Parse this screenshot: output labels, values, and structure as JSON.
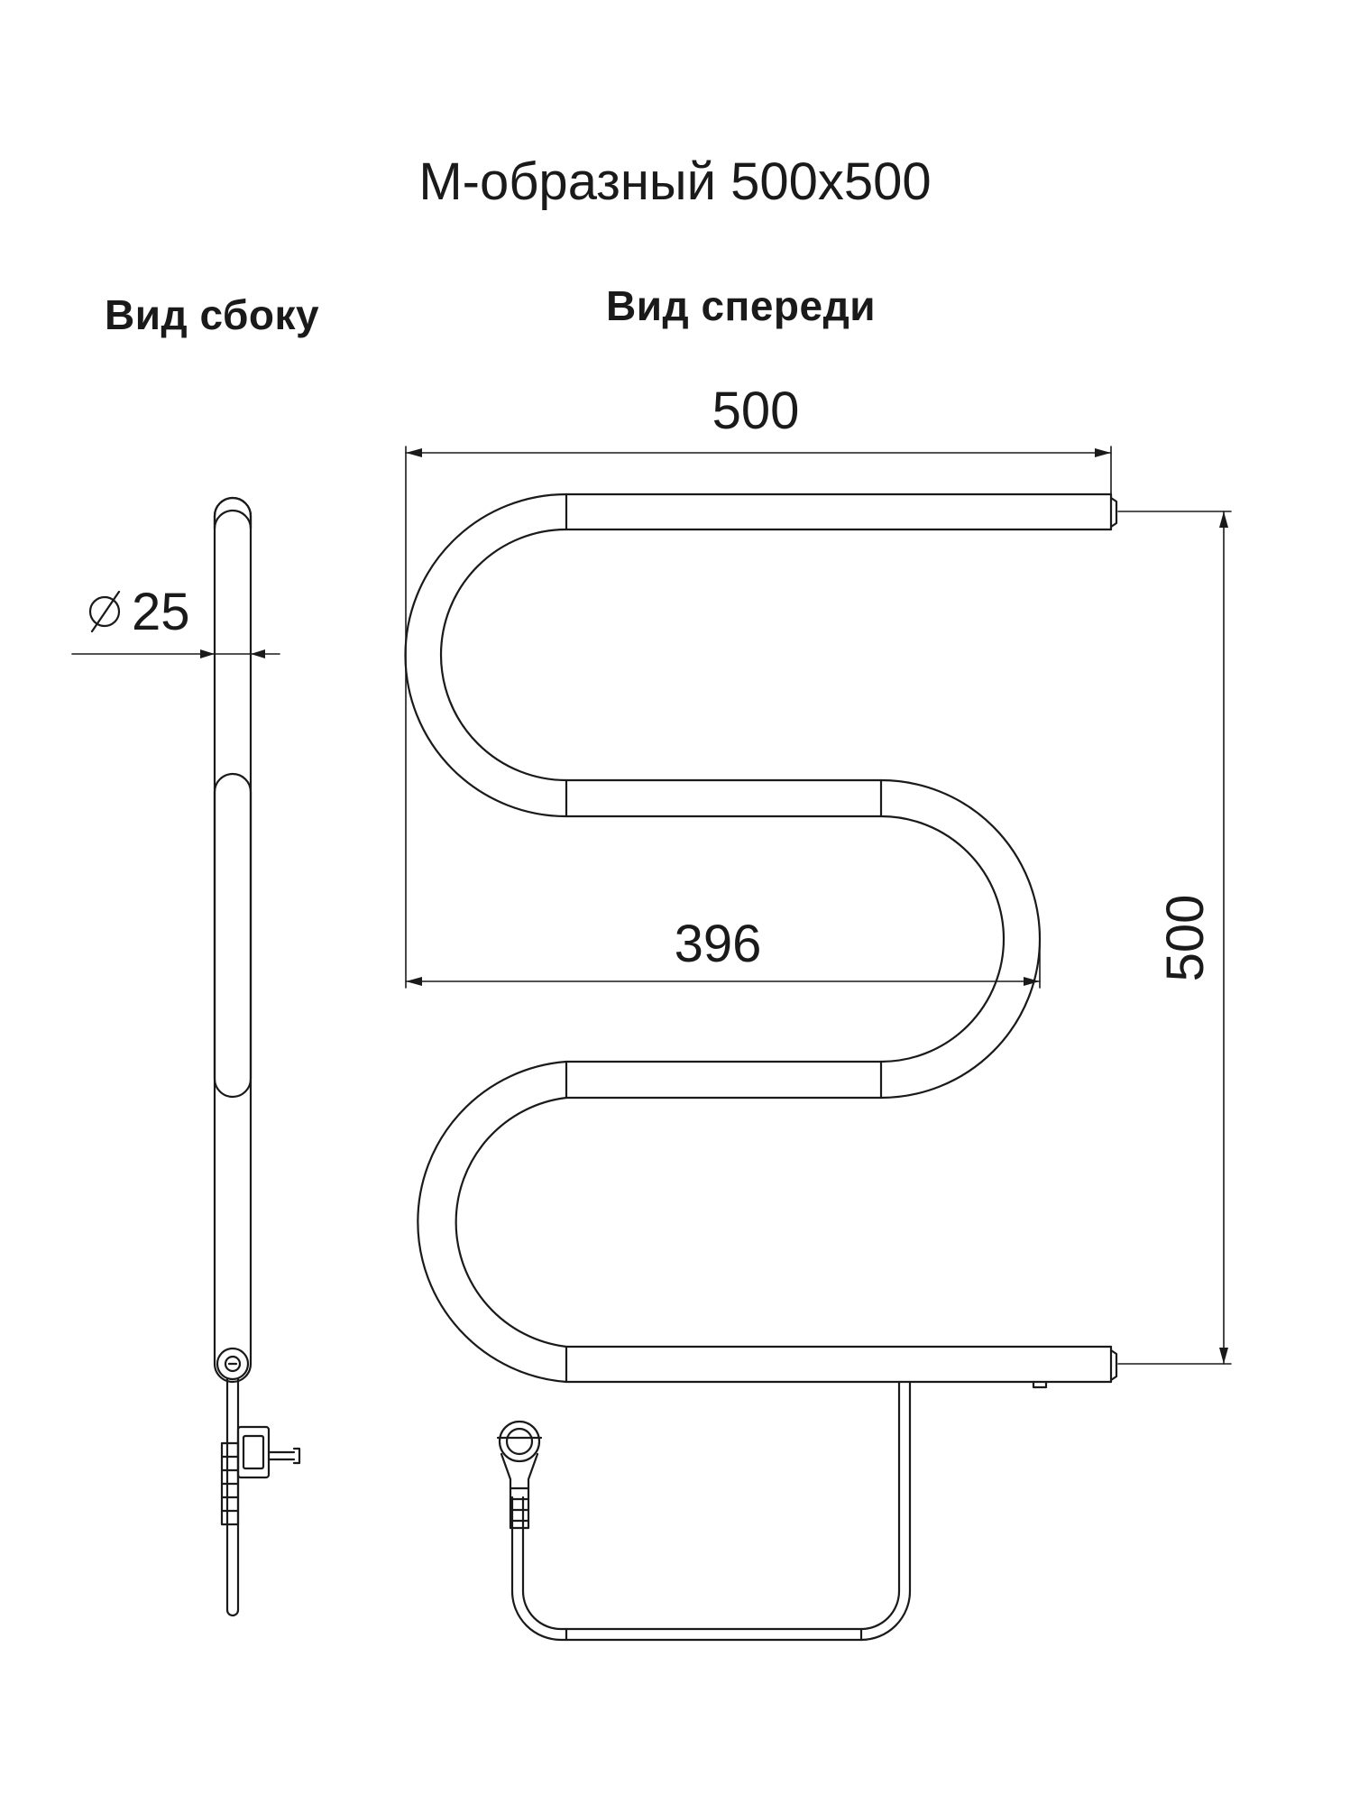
{
  "title": "М-образный 500х500",
  "views": {
    "side": "Вид сбоку",
    "front": "Вид спереди"
  },
  "dimensions": {
    "diameter": "25",
    "width": "500",
    "inner_width": "396",
    "height": "500"
  }
}
